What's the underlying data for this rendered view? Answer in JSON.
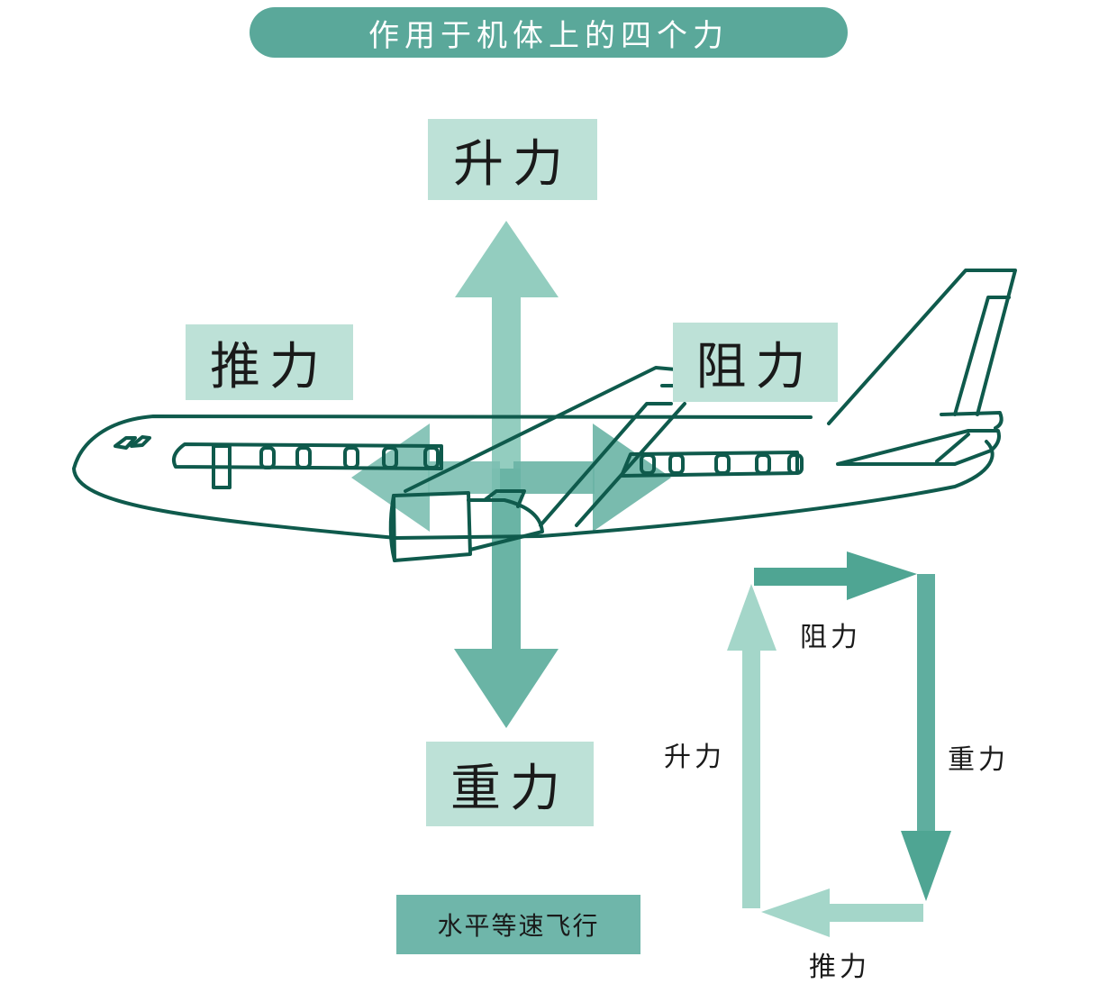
{
  "title": "作用于机体上的四个力",
  "forces": {
    "lift": "升力",
    "thrust": "推力",
    "drag": "阻力",
    "gravity": "重力"
  },
  "balance_diagram": {
    "drag": "阻力",
    "gravity": "重力",
    "thrust": "推力",
    "lift": "升力"
  },
  "caption": "水平等速飞行",
  "colors": {
    "title_bg": "#5aa89a",
    "label_bg": "#bde1d7",
    "arrow_light": "#8ccabb",
    "arrow_mid": "#6ab4a5",
    "arrow_dark": "#4fa593",
    "outline": "#0f5a4c",
    "caption_bg": "#6fb6aa"
  }
}
